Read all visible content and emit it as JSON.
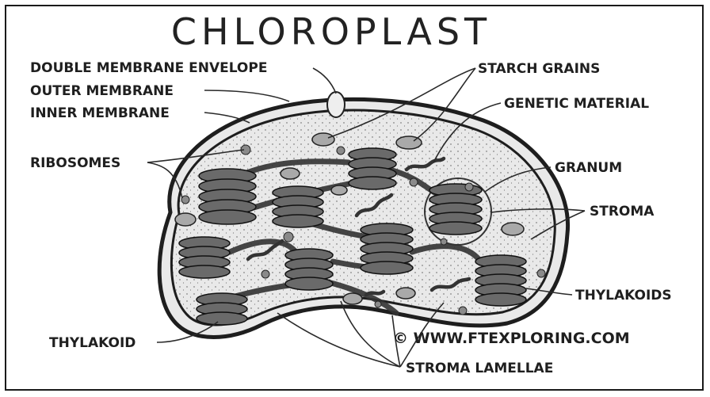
{
  "title": "CHLOROPLAST",
  "labels": {
    "double_membrane_envelope": "DOUBLE MEMBRANE ENVELOPE",
    "outer_membrane": "OUTER MEMBRANE",
    "inner_membrane": "INNER MEMBRANE",
    "ribosomes": "RIBOSOMES",
    "thylakoid": "THYLAKOID",
    "starch_grains": "STARCH GRAINS",
    "genetic_material": "GENETIC MATERIAL",
    "granum": "GRANUM",
    "stroma": "STROMA",
    "thylakoids": "THYLAKOIDS",
    "stroma_lamellae": "STROMA LAMELLAE"
  },
  "watermark": "© WWW.FTEXPLORING.COM"
}
